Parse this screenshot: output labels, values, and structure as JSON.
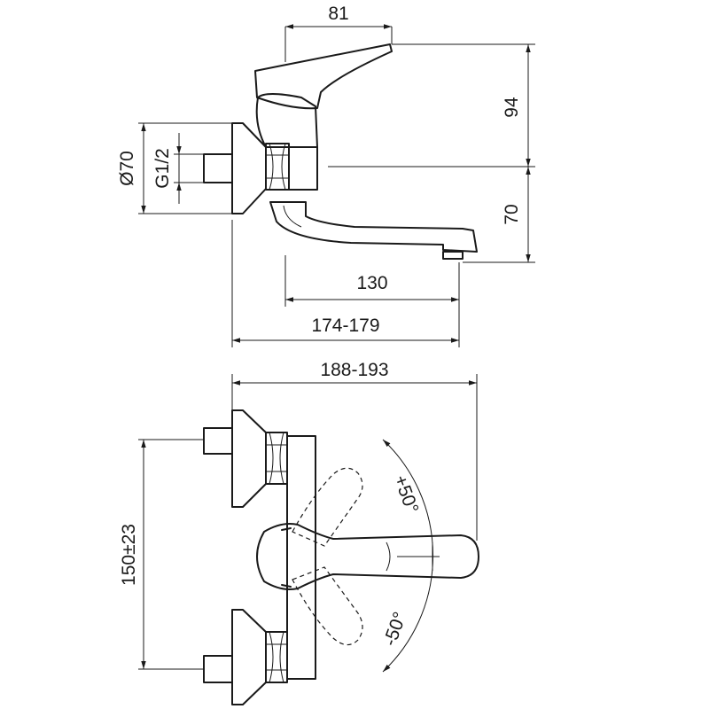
{
  "dimensions": {
    "lever_width": "81",
    "lever_height": "94",
    "outlet_height": "70",
    "diameter": "Ø70",
    "thread": "G1/2",
    "spout_length": "130",
    "side_projection": "174-179",
    "front_projection": "188-193",
    "center_distance": "150±23",
    "rotation_positive": "+50°",
    "rotation_negative": "-50°"
  }
}
